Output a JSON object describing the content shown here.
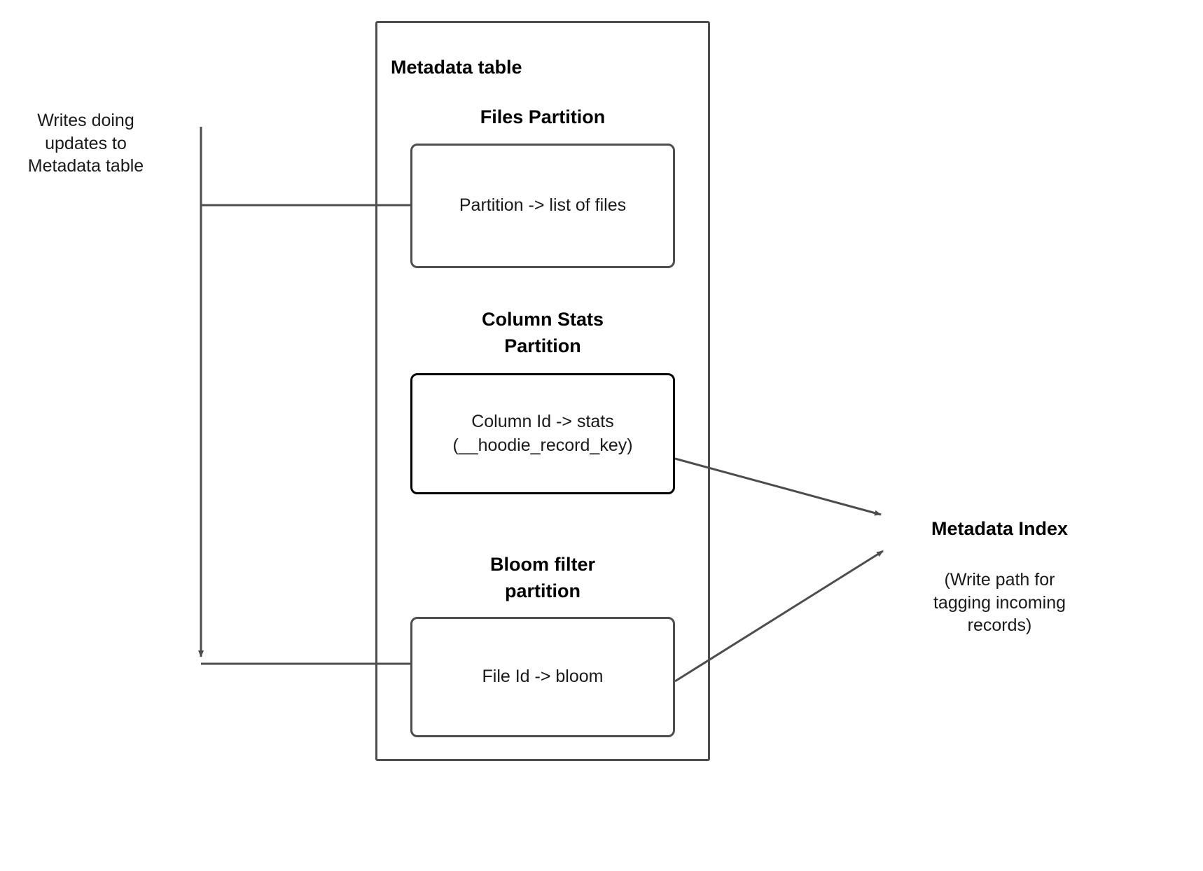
{
  "diagram": {
    "title_hidden": "",
    "left_label": "Writes doing\nupdates to\nMetadata table",
    "metadata_table": {
      "title": "Metadata table",
      "partitions": [
        {
          "heading": "Files Partition",
          "box_text": "Partition -> list of files"
        },
        {
          "heading": "Column Stats\nPartition",
          "box_text": "Column Id  -> stats\n(__hoodie_record_key)"
        },
        {
          "heading": "Bloom filter\npartition",
          "box_text": "File Id -> bloom"
        }
      ]
    },
    "metadata_index": {
      "title": "Metadata Index",
      "note": "(Write path for\ntagging incoming\nrecords)"
    },
    "colors": {
      "stroke_gray": "#4d4d4d",
      "stroke_black": "#000000",
      "arrow_fill": "#4d4d4d",
      "text": "#1a1a1a",
      "background": "#ffffff"
    }
  }
}
